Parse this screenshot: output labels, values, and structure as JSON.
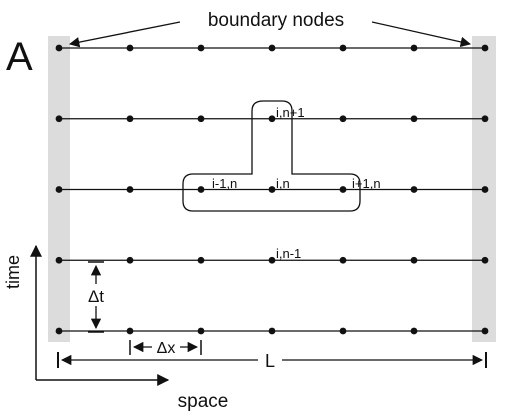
{
  "panel_label": "A",
  "top_label": "boundary nodes",
  "node_labels": {
    "upper": "i,n+1",
    "left": "i-1,n",
    "center": "i,n",
    "right": "i+1,n",
    "lower": "i,n-1"
  },
  "dimension_labels": {
    "dt": "Δt",
    "dx": "Δx",
    "length": "L"
  },
  "axis_labels": {
    "time": "time",
    "space": "space"
  },
  "grid": {
    "columns": 7,
    "rows": 5
  },
  "colors": {
    "ink": "#111111",
    "boundary_fill": "#dcdcdc",
    "background": "#ffffff"
  }
}
